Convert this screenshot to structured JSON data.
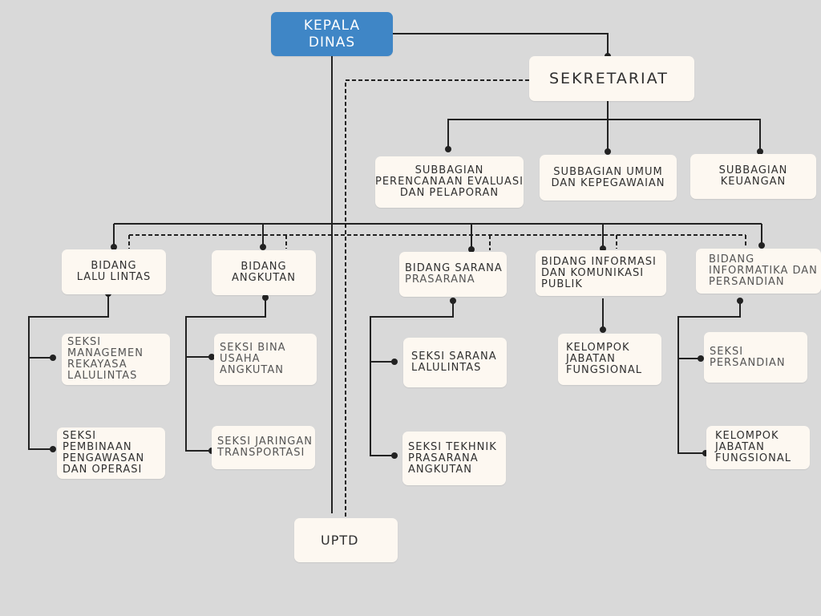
{
  "colors": {
    "background": "#d9d9d9",
    "box": "#fdf8f1",
    "head": "#3f86c6",
    "line": "#222222"
  },
  "kepala": [
    "KEPALA",
    "DINAS"
  ],
  "sekretariat": "SEKRETARIAT",
  "subbagian": {
    "perencanaan": [
      "SUBBAGIAN",
      "PERENCANAAN EVALUASI",
      "DAN PELAPORAN"
    ],
    "umum": [
      "SUBBAGIAN UMUM",
      "DAN KEPEGAWAIAN"
    ],
    "keuangan": [
      "SUBBAGIAN",
      "KEUANGAN"
    ]
  },
  "bidang": {
    "lalu_lintas": [
      "BIDANG",
      "LALU LINTAS"
    ],
    "angkutan": [
      "BIDANG",
      "ANGKUTAN"
    ],
    "sarana": [
      "BIDANG  SARANA",
      "PRASARANA"
    ],
    "informasi": [
      "BIDANG  INFORMASI",
      "DAN KOMUNIKASI",
      "PUBLIK"
    ],
    "informatika": [
      "BIDANG",
      "INFORMATIKA DAN",
      "PERSANDIAN"
    ]
  },
  "seksi": {
    "managemen": [
      "SEKSI",
      "MANAGEMEN",
      "REKAYASA",
      "LALULINTAS"
    ],
    "pembinaan": [
      "SEKSI",
      "PEMBINAAN",
      "PENGAWASAN",
      "DAN OPERASI"
    ],
    "bina_usaha": [
      "SEKSI BINA",
      "USAHA",
      "ANGKUTAN"
    ],
    "jaringan": [
      "SEKSI JARINGAN",
      "TRANSPORTASI"
    ],
    "sarana_lalulintas": [
      "SEKSI SARANA",
      "LALULINTAS"
    ],
    "tekhnik": [
      "SEKSI TEKHNIK",
      "PRASARANA",
      "ANGKUTAN"
    ],
    "kelompok_info": [
      "KELOMPOK",
      "JABATAN",
      "FUNGSIONAL"
    ],
    "persandian": [
      "SEKSI",
      "PERSANDIAN"
    ],
    "kelompok_informatika": [
      "KELOMPOK",
      "JABATAN",
      "FUNGSIONAL"
    ]
  },
  "uptd": "UPTD"
}
